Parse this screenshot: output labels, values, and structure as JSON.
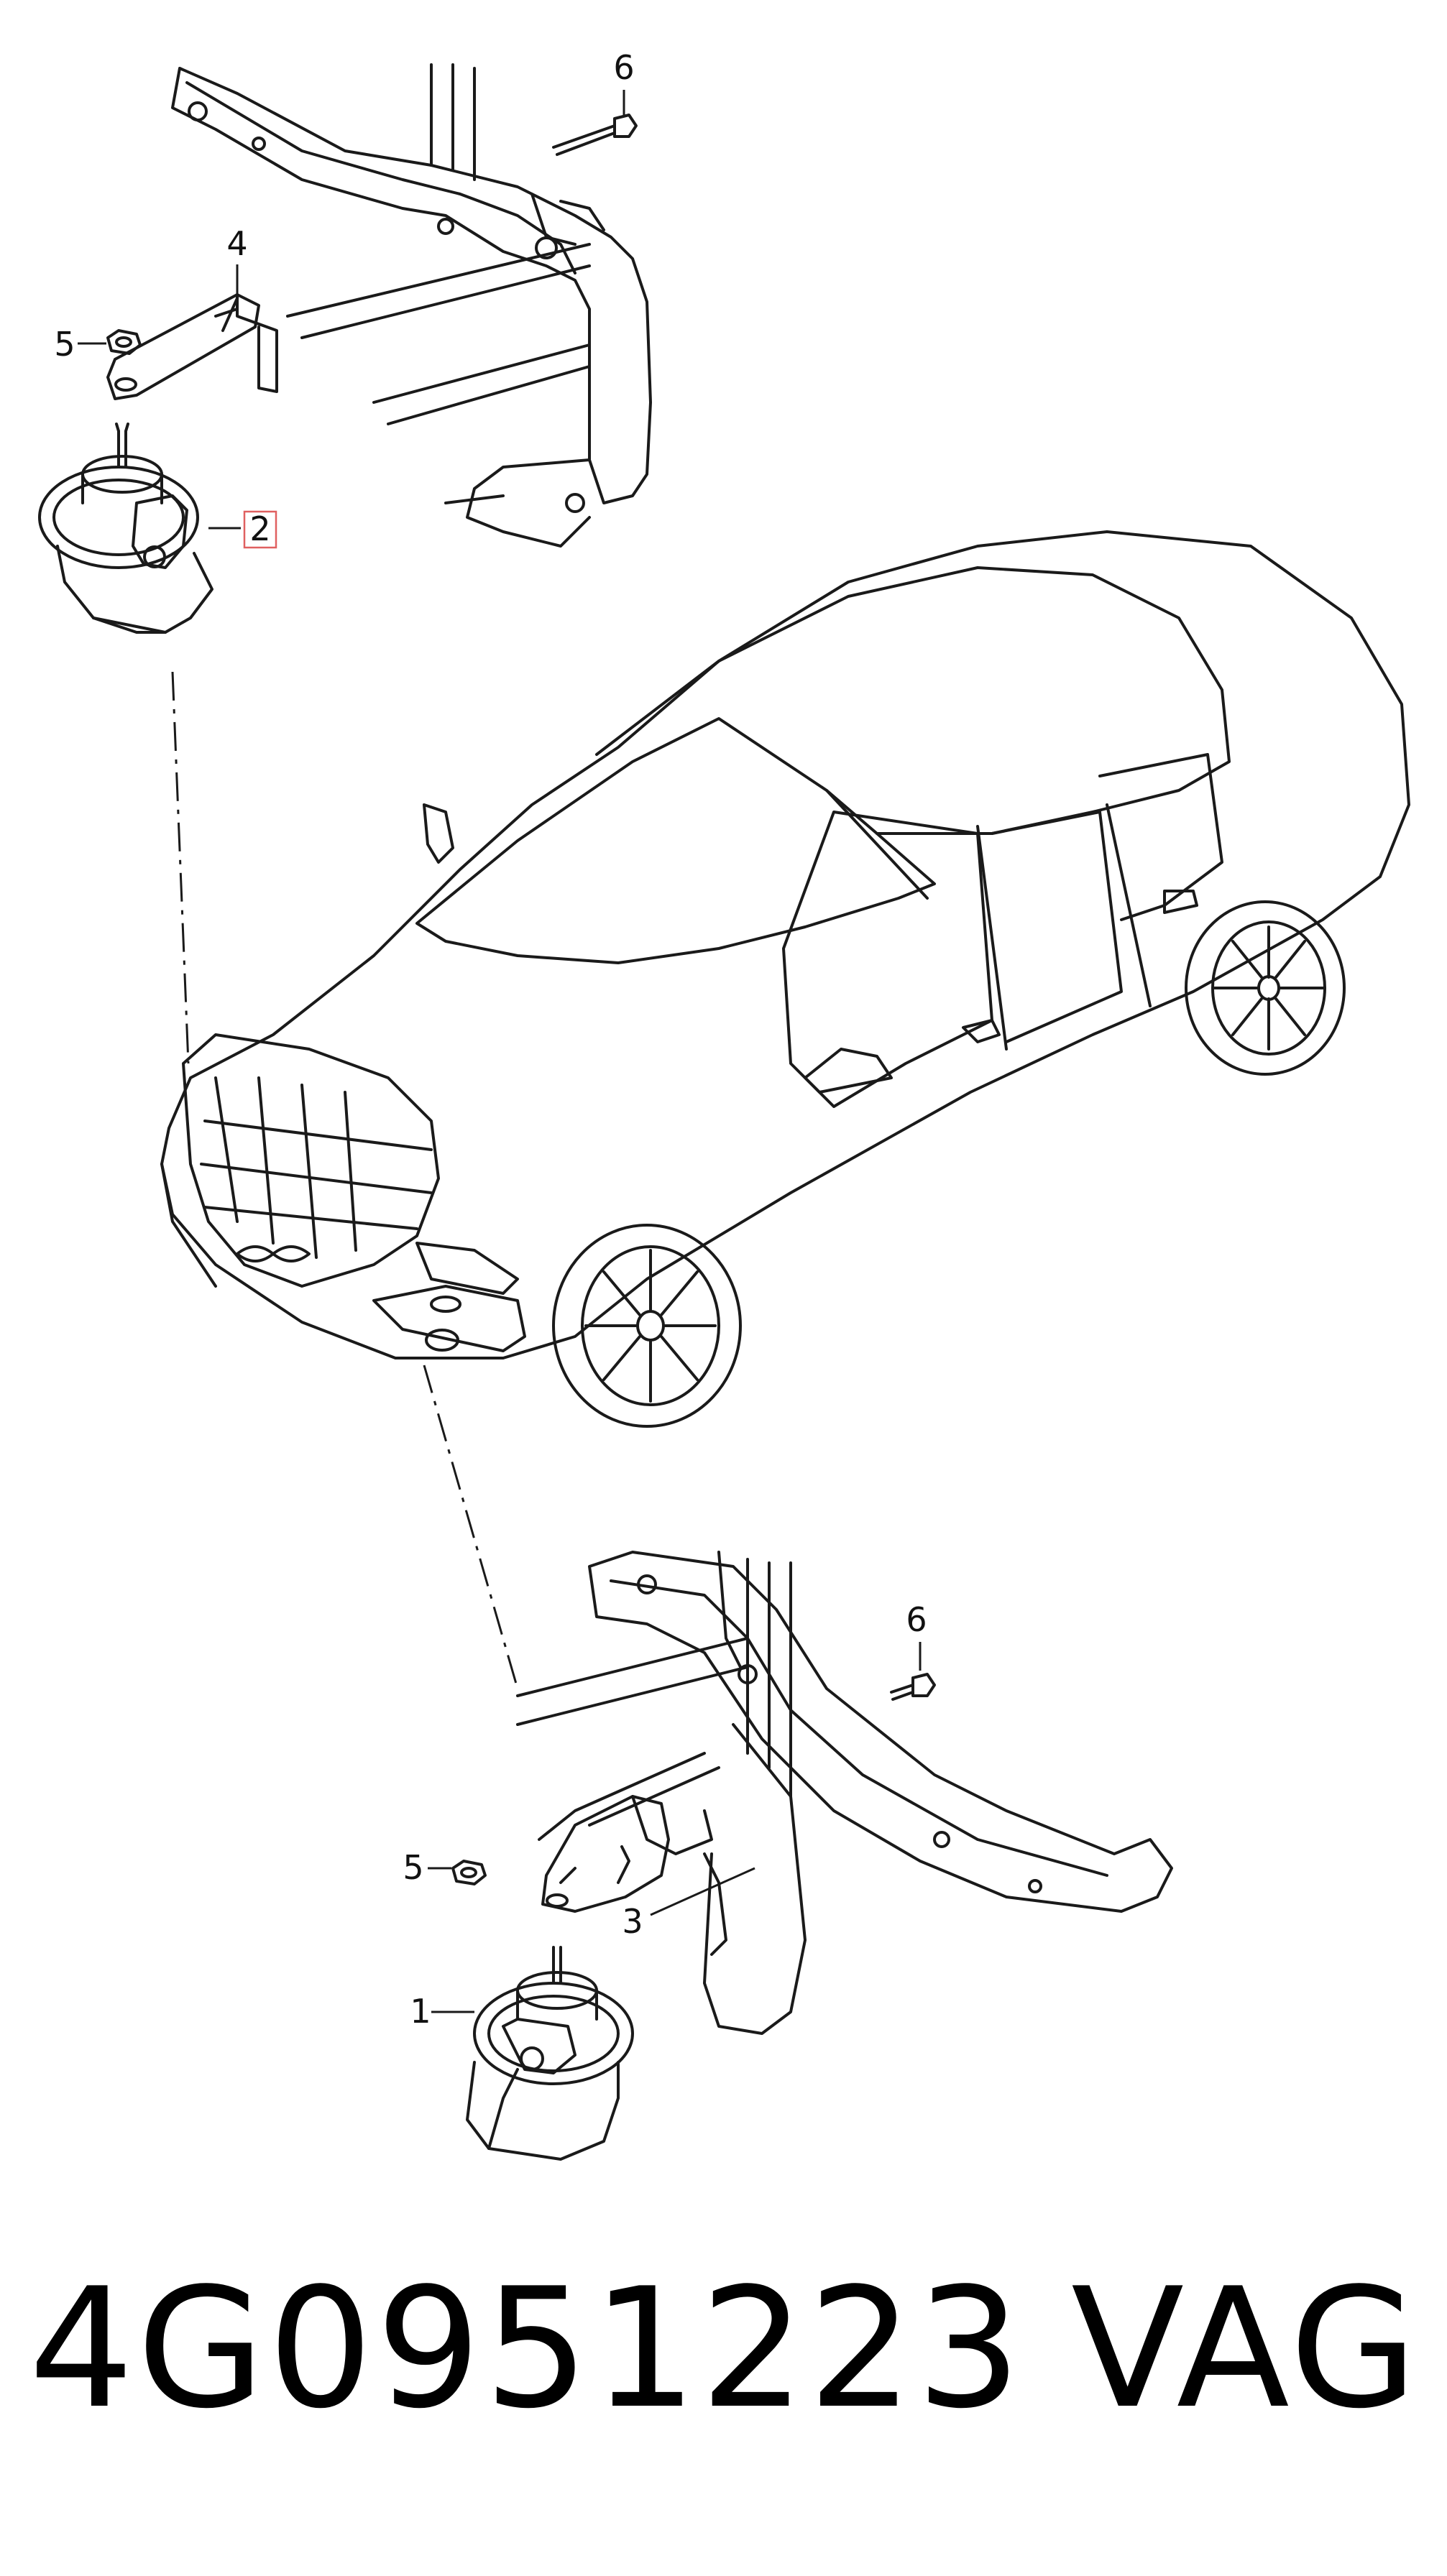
{
  "callouts": {
    "c1": "1",
    "c2": "2",
    "c3": "3",
    "c4": "4",
    "c5_top": "5",
    "c5_bottom": "5",
    "c6_top": "6",
    "c6_bottom": "6"
  },
  "footer": {
    "part_number": "4G0951223",
    "brand": "VAG"
  },
  "colors": {
    "line": "#1a1a1a",
    "highlight": "#e06060",
    "background": "#ffffff"
  },
  "icons": {
    "horn": "horn-icon",
    "car": "car-icon",
    "bracket": "bracket-icon",
    "bolt": "bolt-icon",
    "nut": "nut-icon"
  }
}
